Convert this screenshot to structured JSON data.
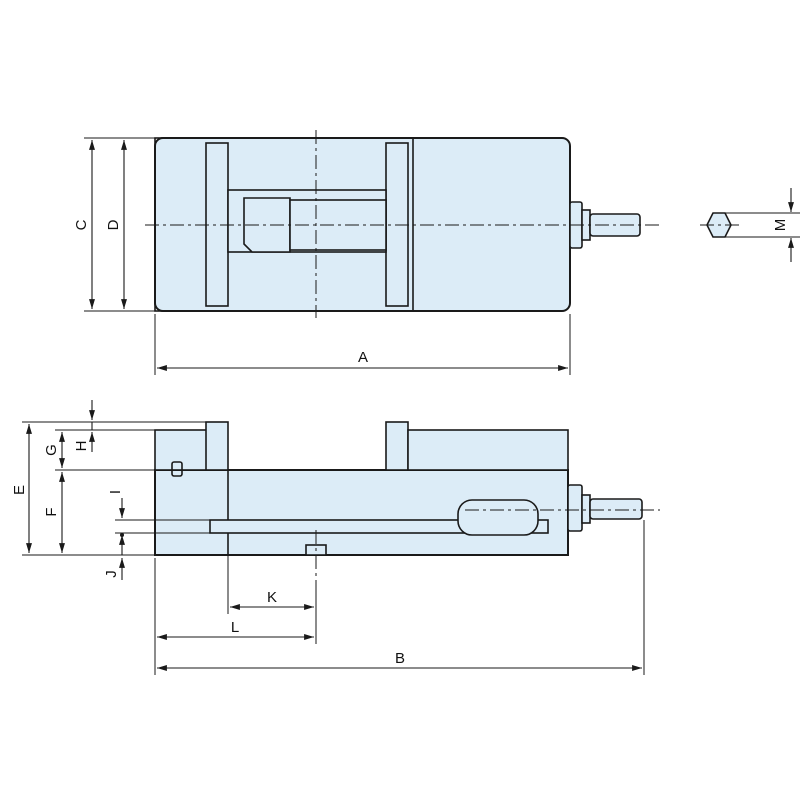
{
  "diagram": {
    "labels": {
      "A": "A",
      "B": "B",
      "C": "C",
      "D": "D",
      "E": "E",
      "F": "F",
      "G": "G",
      "H": "H",
      "I": "I",
      "J": "J",
      "K": "K",
      "L": "L",
      "M": "M"
    },
    "colors": {
      "body": "#dcecf7",
      "line": "#1a1a1a",
      "background": "#ffffff"
    }
  }
}
